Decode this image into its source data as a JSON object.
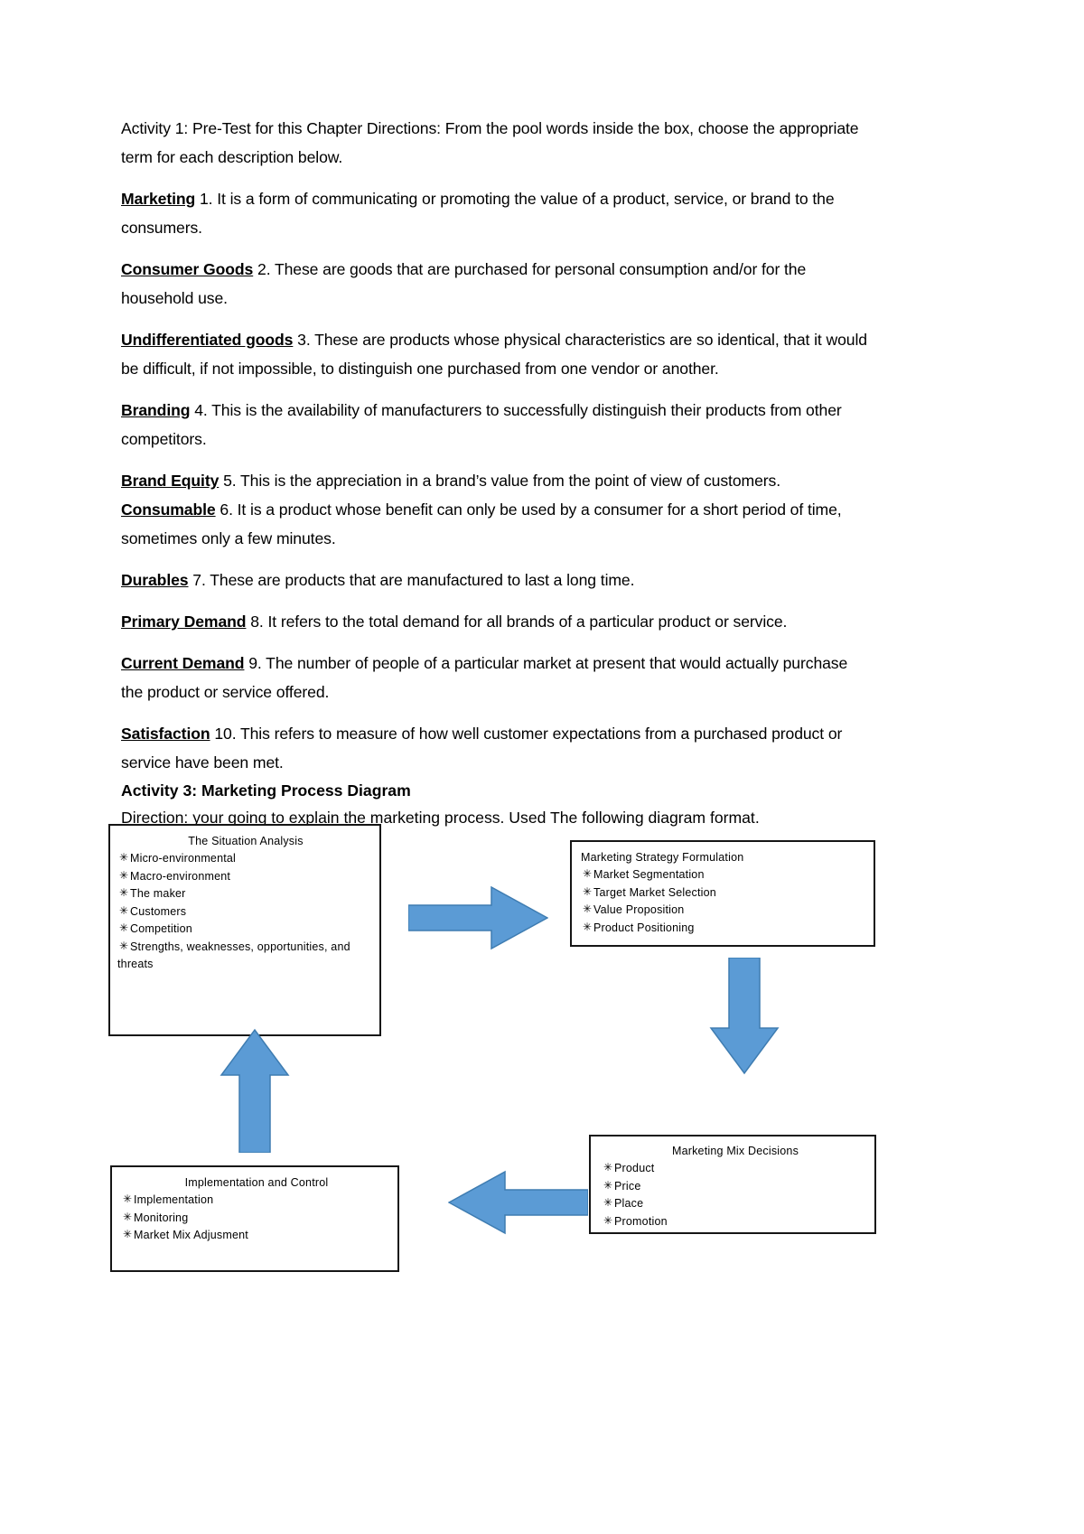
{
  "document": {
    "intro": {
      "line1": "Activity 1: Pre-Test for this Chapter Directions: From the pool words inside the box, choose the appropriate term for each description below."
    },
    "items": [
      {
        "term": "Marketing",
        "text": " 1. It is a form of communicating or promoting the value of a product, service, or brand to the consumers."
      },
      {
        "term": "Consumer Goods",
        "text": " 2. These are goods that are purchased for personal consumption and/or for the household use."
      },
      {
        "term": "Undifferentiated goods",
        "text": " 3. These are products whose physical characteristics are so identical, that it would be difficult, if not impossible, to distinguish one purchased from one vendor or another."
      },
      {
        "term": "Branding",
        "text": " 4. This is the availability of manufacturers to successfully distinguish their products from other competitors."
      },
      {
        "term": "Brand Equity",
        "text": " 5. This is the appreciation in a brand’s value from the point of view of customers."
      },
      {
        "term": "Consumable",
        "text": " 6. It is a product whose benefit can only be used by a consumer for a short period of time, sometimes only a few minutes."
      },
      {
        "term": "Durables",
        "text": " 7. These are products that are manufactured to last a long time."
      },
      {
        "term": "Primary Demand",
        "text": " 8. It refers to the total demand for all brands of a particular product or service."
      },
      {
        "term": "Current Demand",
        "text": " 9. The number of people of a particular market at present that would actually purchase the product or service offered."
      },
      {
        "term": "Satisfaction",
        "text": " 10. This refers to measure of how well customer expectations from a purchased product or service have been met."
      }
    ],
    "activity3": {
      "heading": "Activity 3: Marketing Process Diagram",
      "direction": "Direction: your going to explain the marketing process. Used The following diagram format."
    }
  },
  "diagram": {
    "arrow_color": "#5B9BD5",
    "arrow_border": "#3E7CB1",
    "box_border": "#151515",
    "boxes": {
      "situation": {
        "title": "The Situation Analysis",
        "bullets": [
          "Micro-environmental",
          "Macro-environment",
          "The maker",
          "Customers",
          "Competition",
          "Strengths, weaknesses, opportunities, and"
        ],
        "continuation": "threats"
      },
      "strategy": {
        "title": "Marketing Strategy Formulation",
        "bullets": [
          "Market Segmentation",
          "Target Market Selection",
          "Value Proposition",
          "Product Positioning"
        ]
      },
      "mix": {
        "title": "Marketing Mix Decisions",
        "bullets": [
          "Product",
          "Price",
          "Place",
          "Promotion"
        ]
      },
      "implementation": {
        "title": "Implementation  and Control",
        "bullets": [
          "Implementation",
          "Monitoring",
          "Market Mix Adjusment"
        ]
      }
    },
    "arrows": [
      {
        "name": "arrow-right",
        "direction": "right"
      },
      {
        "name": "arrow-down",
        "direction": "down"
      },
      {
        "name": "arrow-left",
        "direction": "left"
      },
      {
        "name": "arrow-up",
        "direction": "up"
      }
    ]
  }
}
